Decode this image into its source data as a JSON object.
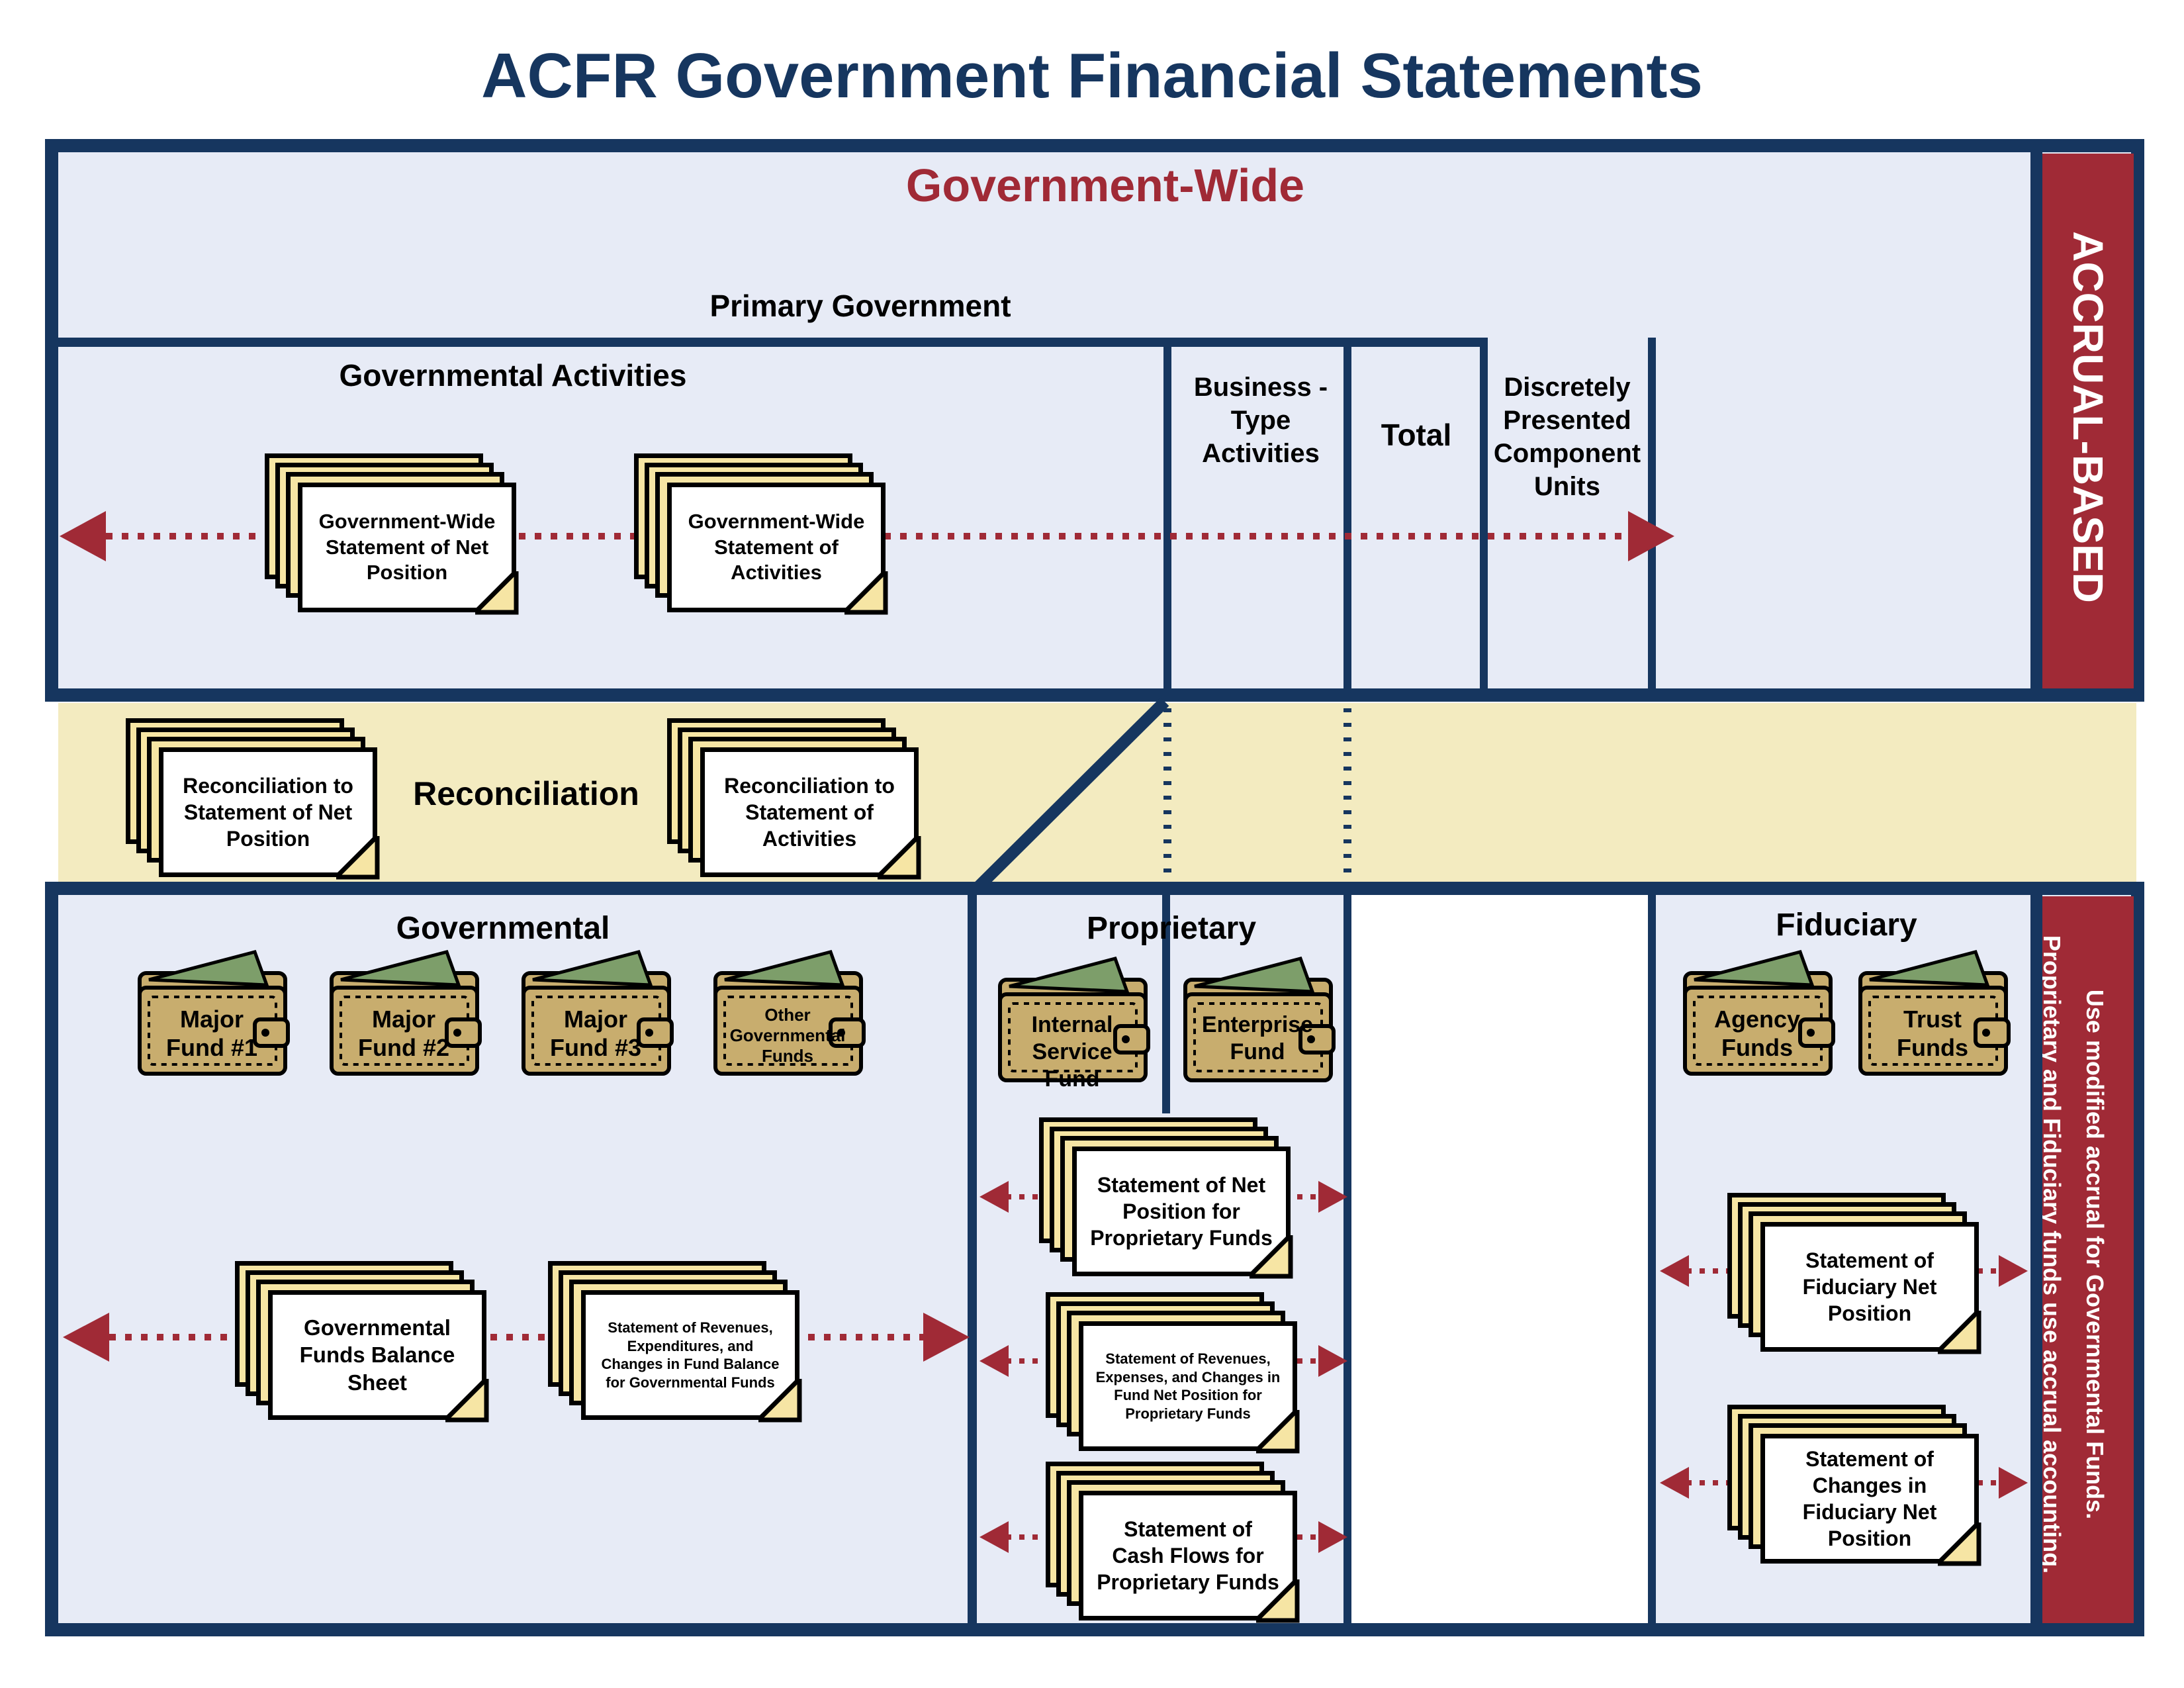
{
  "title": "ACFR Government Financial Statements",
  "top": {
    "heading": "Government-Wide",
    "primary_government": "Primary Government",
    "governmental_activities": "Governmental Activities",
    "business_type": "Business - Type Activities",
    "total": "Total",
    "discretely_presented": "Discretely Presented Component Units",
    "side_label": "ACCRUAL-BASED",
    "documents": {
      "net_position": "Government-Wide Statement of Net Position",
      "activities": "Government-Wide Statement of Activities"
    }
  },
  "reconciliation": {
    "label": "Reconciliation",
    "doc_net_position": "Reconciliation to Statement of Net Position",
    "doc_activities": "Reconciliation to Statement of Activities"
  },
  "bottom": {
    "governmental": {
      "heading": "Governmental",
      "wallets": [
        "Major Fund #1",
        "Major Fund #2",
        "Major Fund #3",
        "Other Governmental Funds"
      ],
      "doc_balance_sheet": "Governmental Funds Balance Sheet",
      "doc_revenues": "Statement of Revenues, Expenditures, and Changes in Fund Balance for Governmental Funds"
    },
    "proprietary": {
      "heading": "Proprietary",
      "wallets": [
        "Internal Service Fund",
        "Enterprise Fund"
      ],
      "doc_net_position": "Statement of Net Position for Proprietary Funds",
      "doc_revenues": "Statement of Revenues, Expenses, and Changes in Fund Net Position for Proprietary Funds",
      "doc_cash_flows": "Statement of Cash Flows for Proprietary Funds"
    },
    "fiduciary": {
      "heading": "Fiduciary",
      "wallets": [
        "Agency Funds",
        "Trust Funds"
      ],
      "doc_net_position": "Statement of Fiduciary Net Position",
      "doc_changes": "Statement of Changes in Fiduciary Net Position"
    },
    "side_label_line1": "Use modified accrual for Governmental Funds.",
    "side_label_line2": "Proprietary and Fiduciary funds use accrual accounting."
  },
  "colors": {
    "navy": "#16365f",
    "red": "#a02a36",
    "panel": "#e7ebf6",
    "reconciliation_band": "#f3ebc0",
    "wallet": "#c8ad6e",
    "cash": "#7d9e6a",
    "paper_back": "#f6e5a4"
  }
}
